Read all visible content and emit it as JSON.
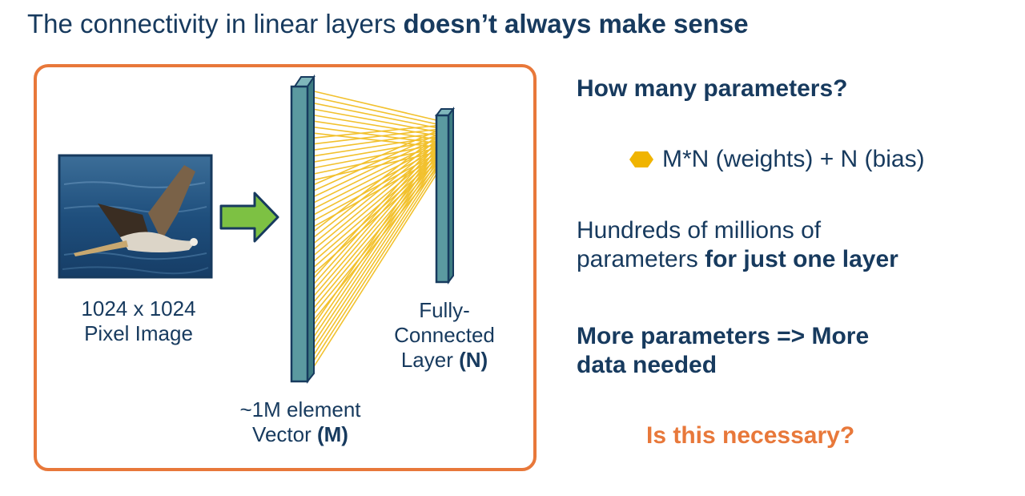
{
  "slide": {
    "title_prefix": "The connectivity in linear layers ",
    "title_bold": "doesn’t always make sense"
  },
  "diagram": {
    "image_caption_line1": "1024 x 1024",
    "image_caption_line2": "Pixel Image",
    "vector_caption_line1": "~1M element",
    "vector_caption_line2_prefix": "Vector ",
    "vector_caption_line2_bold": "(M)",
    "layer_caption_line1": "Fully-",
    "layer_caption_line2": "Connected",
    "layer_caption_line3_prefix": "Layer ",
    "layer_caption_line3_bold": "(N)",
    "colors": {
      "frame": "#e8783a",
      "vector_bar": "#5b9aa0",
      "connections": "#f2c12e",
      "arrow": "#7dc143"
    }
  },
  "right": {
    "question": "How many parameters?",
    "bullet_text": "M*N (weights) + N (bias)",
    "bullet_icon": "hexagon-bullet-icon",
    "bullet_color": "#f0b400",
    "para1_line1": "Hundreds of millions of",
    "para1_line2_prefix": "parameters ",
    "para1_line2_bold": "for just one layer",
    "para2_line1": "More parameters => More",
    "para2_line2": "data needed",
    "question2": "Is this necessary?"
  }
}
